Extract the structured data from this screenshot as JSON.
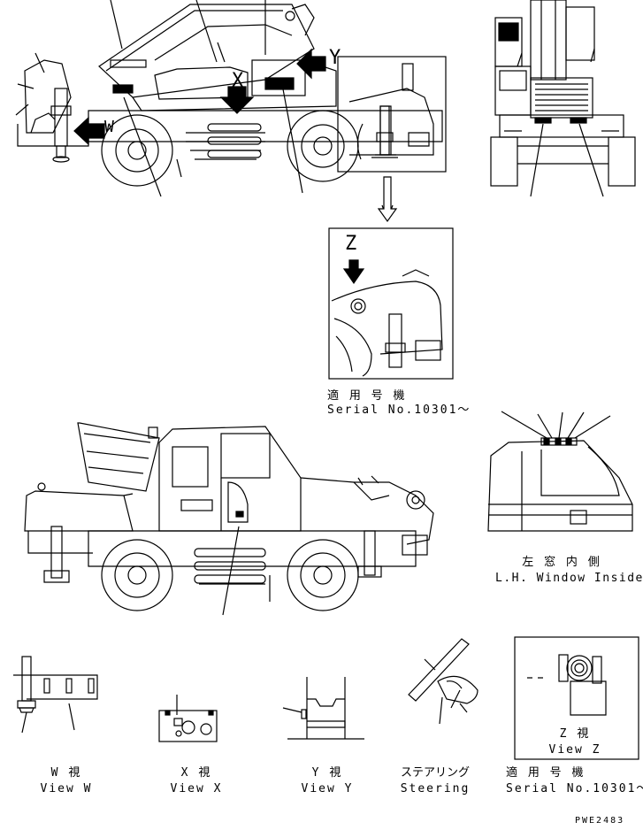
{
  "callouts": {
    "x": "X",
    "y": "Y",
    "w": "W",
    "z": "Z"
  },
  "serial_block_1": {
    "line1": "適 用 号 機",
    "line2": "Serial No.10301～"
  },
  "lh_window": {
    "jp": "左 窓 内 側",
    "en": "L.H. Window Inside"
  },
  "view_w": {
    "jp": "W  視",
    "en": "View W"
  },
  "view_x": {
    "jp": "X  視",
    "en": "View X"
  },
  "view_y": {
    "jp": "Y  視",
    "en": "View Y"
  },
  "steering": {
    "jp": "ステアリング",
    "en": "Steering"
  },
  "view_z": {
    "jp": "Z  視",
    "en": "View Z"
  },
  "serial_block_2": {
    "line1": "適 用 号 機",
    "line2": "Serial No.10301～"
  },
  "drawing_code": "PWE2483"
}
